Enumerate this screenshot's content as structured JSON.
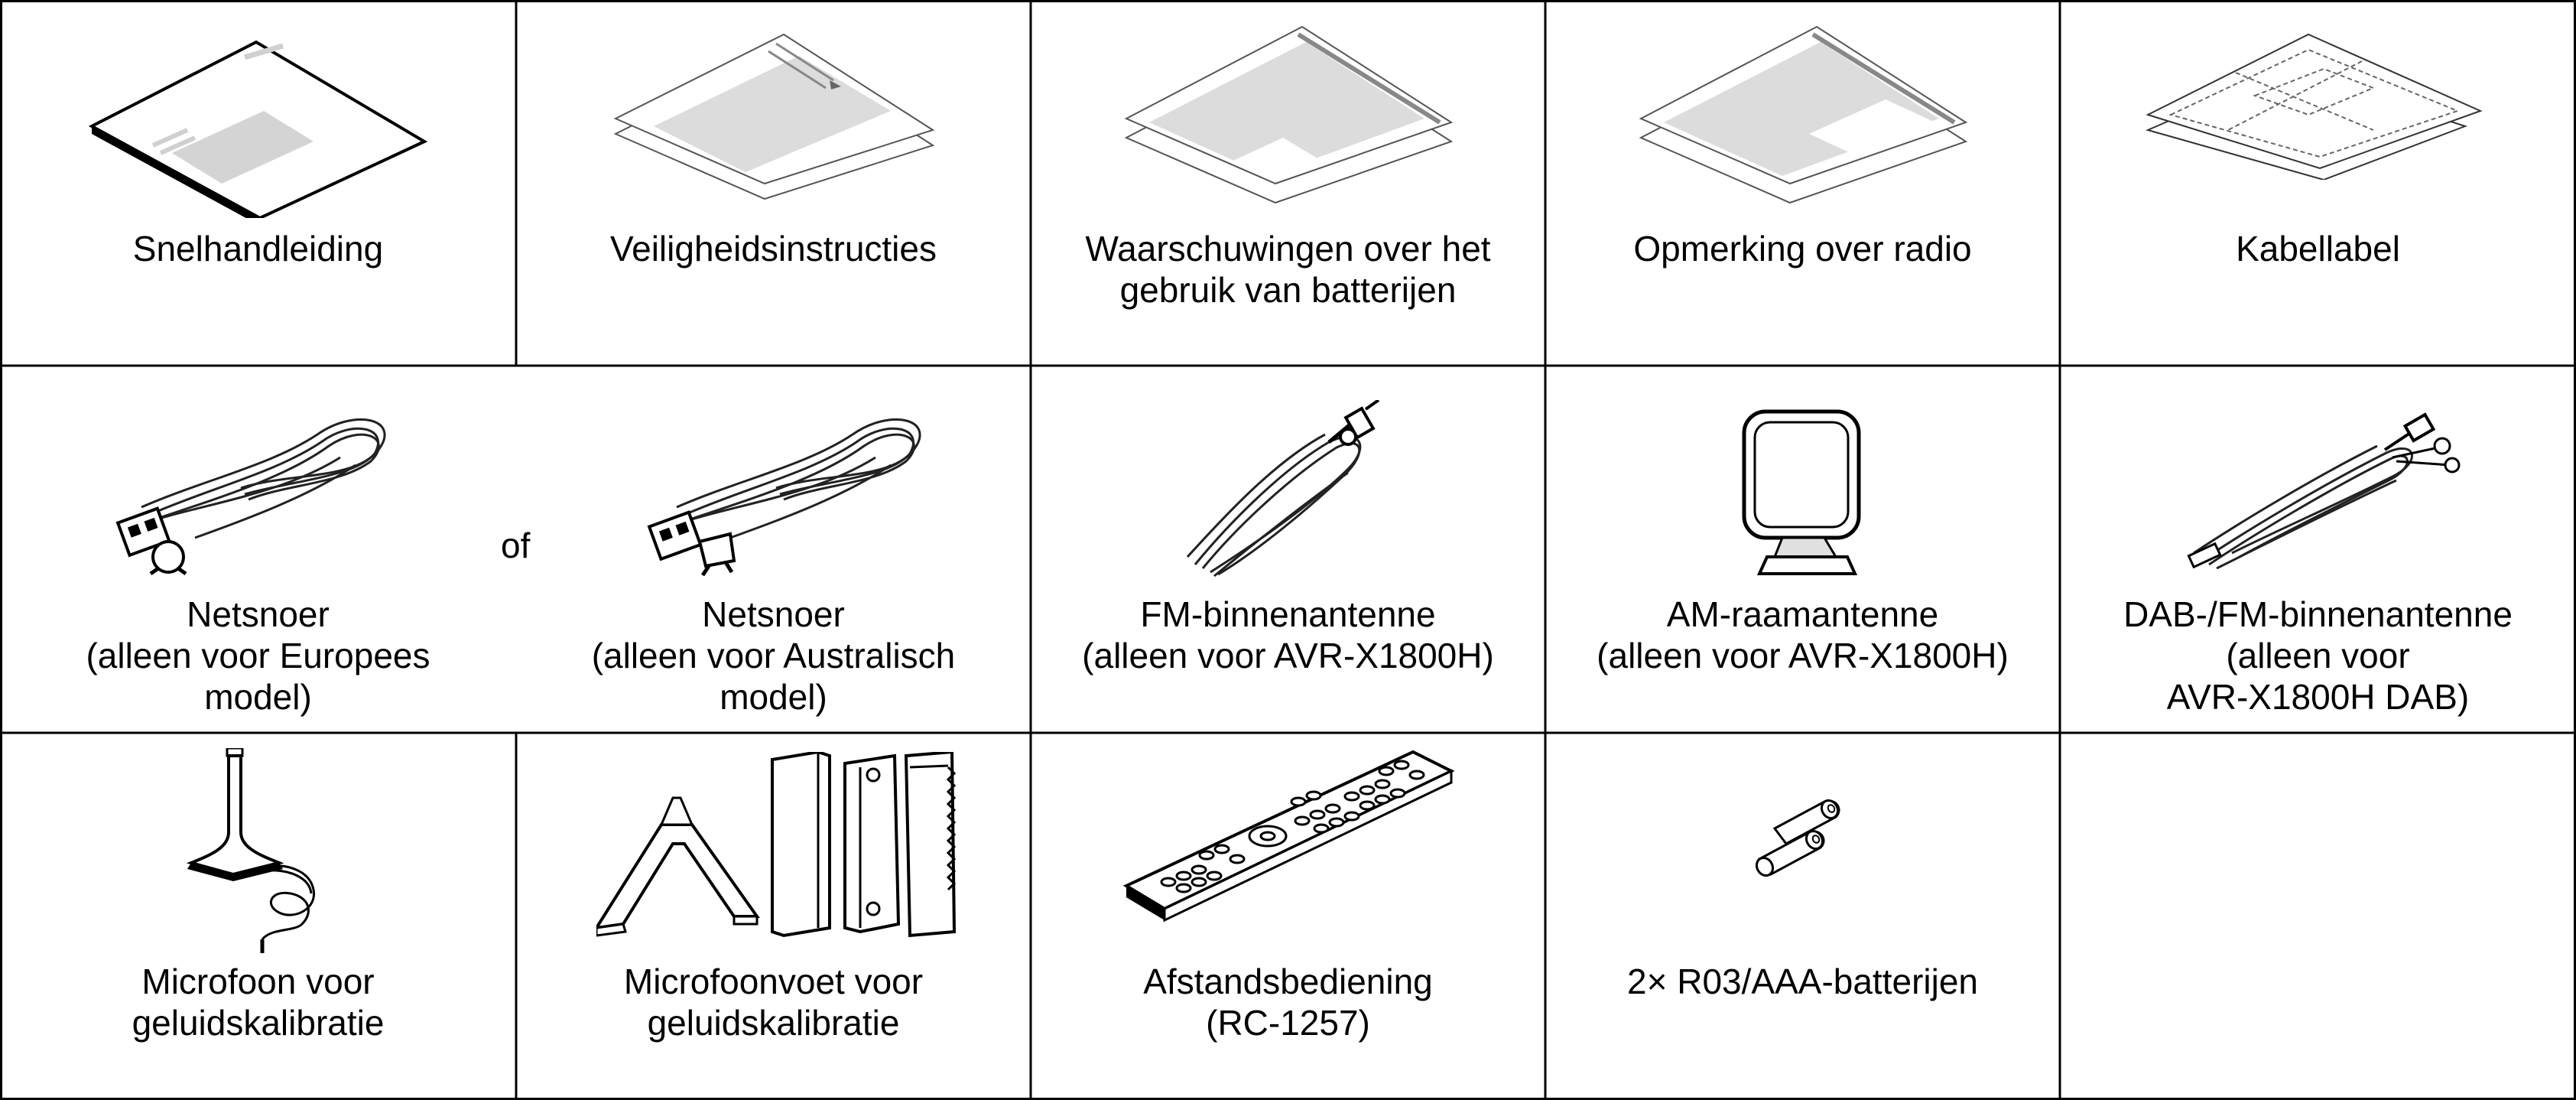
{
  "items": [
    {
      "caption": "Snelhandleiding",
      "icon": "quick-start-guide-icon"
    },
    {
      "caption": "Veiligheidsinstructies",
      "icon": "safety-instructions-icon"
    },
    {
      "caption": "Waarschuwingen over het\ngebruik van batterijen",
      "icon": "battery-warnings-icon"
    },
    {
      "caption": "Opmerking over radio",
      "icon": "radio-notice-icon"
    },
    {
      "caption": "Kabellabel",
      "icon": "cable-label-icon"
    },
    {
      "caption": "Netsnoer\n(alleen voor Europees\nmodel)",
      "icon": "power-cord-eu-icon"
    },
    {
      "caption": "Netsnoer\n(alleen voor Australisch\nmodel)",
      "icon": "power-cord-au-icon"
    },
    {
      "caption": "FM-binnenantenne\n(alleen voor AVR-X1800H)",
      "icon": "fm-antenna-icon"
    },
    {
      "caption": "AM-raamantenne\n(alleen voor AVR-X1800H)",
      "icon": "am-loop-antenna-icon"
    },
    {
      "caption": "DAB-/FM-binnenantenne\n(alleen voor\nAVR-X1800H DAB)",
      "icon": "dab-fm-antenna-icon"
    },
    {
      "caption": "Microfoon voor\ngeluidskalibratie",
      "icon": "calibration-microphone-icon"
    },
    {
      "caption": "Microfoonvoet voor\ngeluidskalibratie",
      "icon": "microphone-stand-icon"
    },
    {
      "caption": "Afstandsbediening\n(RC-1257)",
      "icon": "remote-control-icon"
    },
    {
      "caption": "2× R03/AAA-batterijen",
      "icon": "batteries-icon"
    }
  ],
  "or_word": "of",
  "colors": {
    "line": "#000000",
    "fill_gray": "#d9d9d9",
    "background": "#ffffff"
  }
}
